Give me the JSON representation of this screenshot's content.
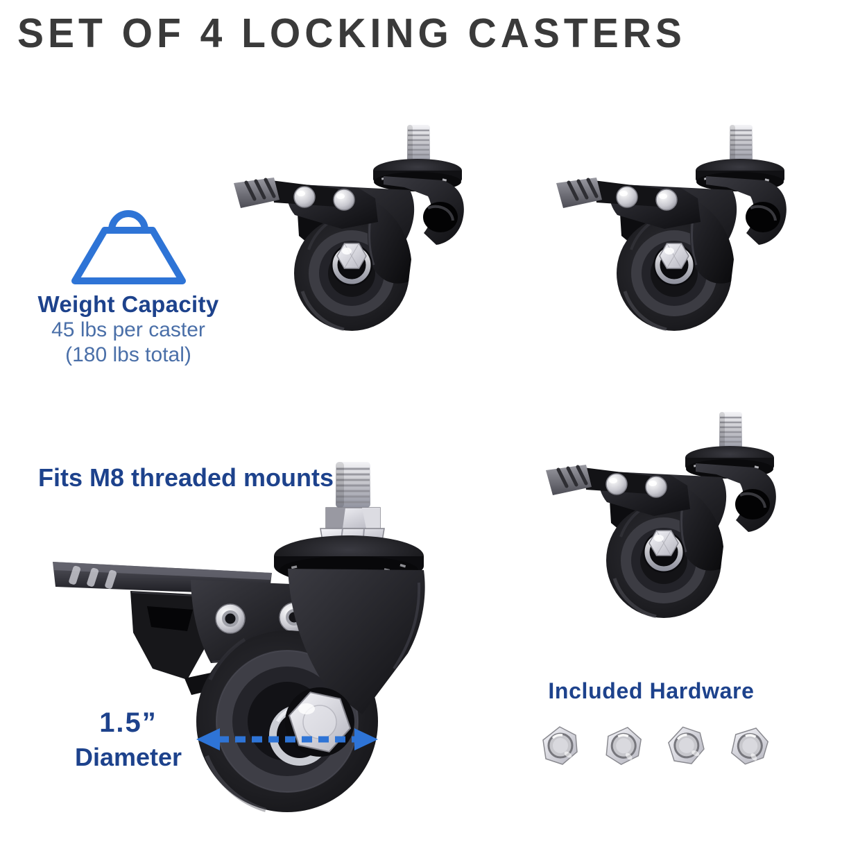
{
  "title": "SET OF 4 LOCKING CASTERS",
  "weight_capacity": {
    "heading": "Weight Capacity",
    "per_caster": "45 lbs per caster",
    "total": "(180 lbs total)"
  },
  "mount_note": "Fits M8 threaded mounts",
  "diameter": {
    "value": "1.5”",
    "label": "Diameter"
  },
  "hardware": {
    "heading": "Included Hardware",
    "nut_count": 4,
    "item": "hex nut"
  },
  "casters": {
    "count": 4,
    "description": "black locking swivel caster with threaded stem and brake lever",
    "positions": [
      "top-left",
      "top-right",
      "middle-right",
      "bottom-left-large"
    ]
  },
  "colors": {
    "accent_blue": "#2E74D6",
    "navy": "#1D428C",
    "slate_blue": "#4A6FA8",
    "title_gray": "#3A3A3A",
    "background": "#FFFFFF"
  }
}
